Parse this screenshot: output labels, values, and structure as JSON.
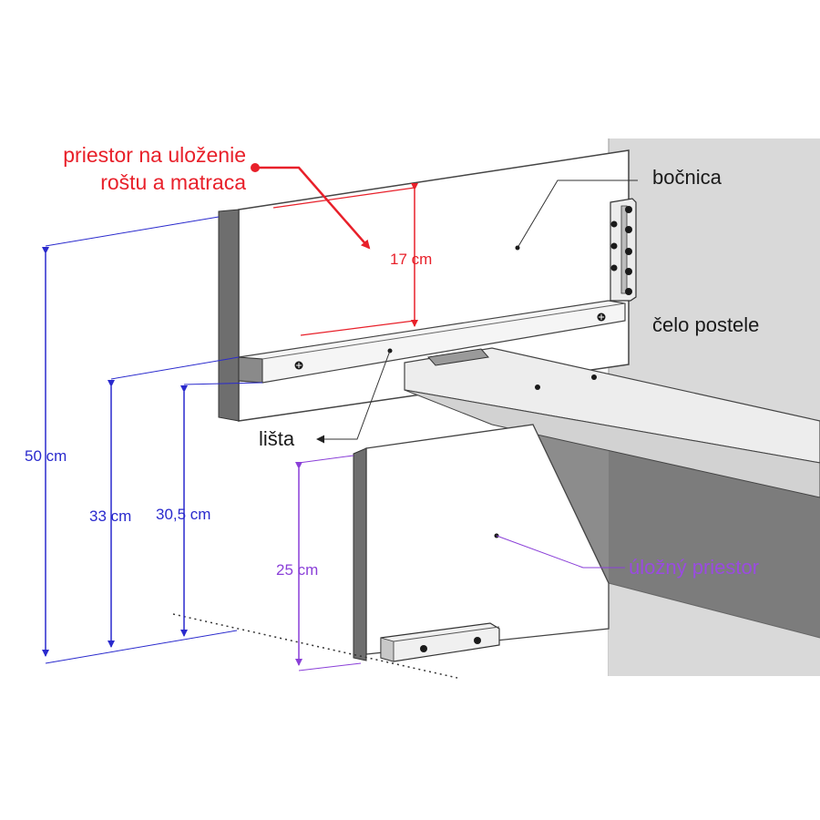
{
  "labels": {
    "space_line1": "priestor na uloženie",
    "space_line2": "roštu a matraca",
    "bocnica": "bočnica",
    "celo": "čelo postele",
    "lista": "lišta",
    "ulozny": "úložný priestor"
  },
  "dimensions": {
    "d17": "17 cm",
    "d50": "50 cm",
    "d33": "33 cm",
    "d30_5": "30,5 cm",
    "d25": "25 cm"
  },
  "colors": {
    "red": "#e8202a",
    "blue": "#2a2acd",
    "violet": "#8a3fd8",
    "wall_gray": "#d9d9d9",
    "shadow_gray": "#8c8c8c",
    "edge_gray": "#777777"
  }
}
